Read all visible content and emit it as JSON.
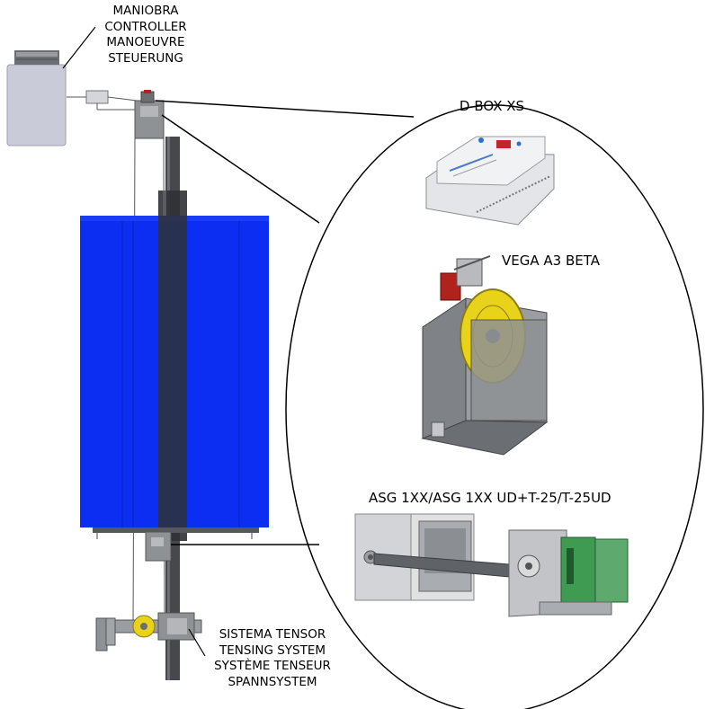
{
  "labels": {
    "controller": [
      "MANIOBRA",
      "CONTROLLER",
      "MANOEUVRE",
      "STEUERUNG"
    ],
    "dbox": "D-BOX XS",
    "vega": "VEGA A3 BETA",
    "asg": "ASG 1XX/ASG 1XX UD+T-25/T-25UD",
    "tensor": [
      "SISTEMA TENSOR",
      "TENSING SYSTEM",
      "SYSTÈME TENSEUR",
      "SPANNSYSTEM"
    ]
  },
  "colors": {
    "car": "#0b2ef2",
    "rail": "#3f4144",
    "sheave": "#e8d21a",
    "component_gray": "#8f9295",
    "controller_box": "#c9cbd8",
    "green_board": "#3f9a52",
    "red_part": "#b1221c",
    "outline": "#000000"
  }
}
